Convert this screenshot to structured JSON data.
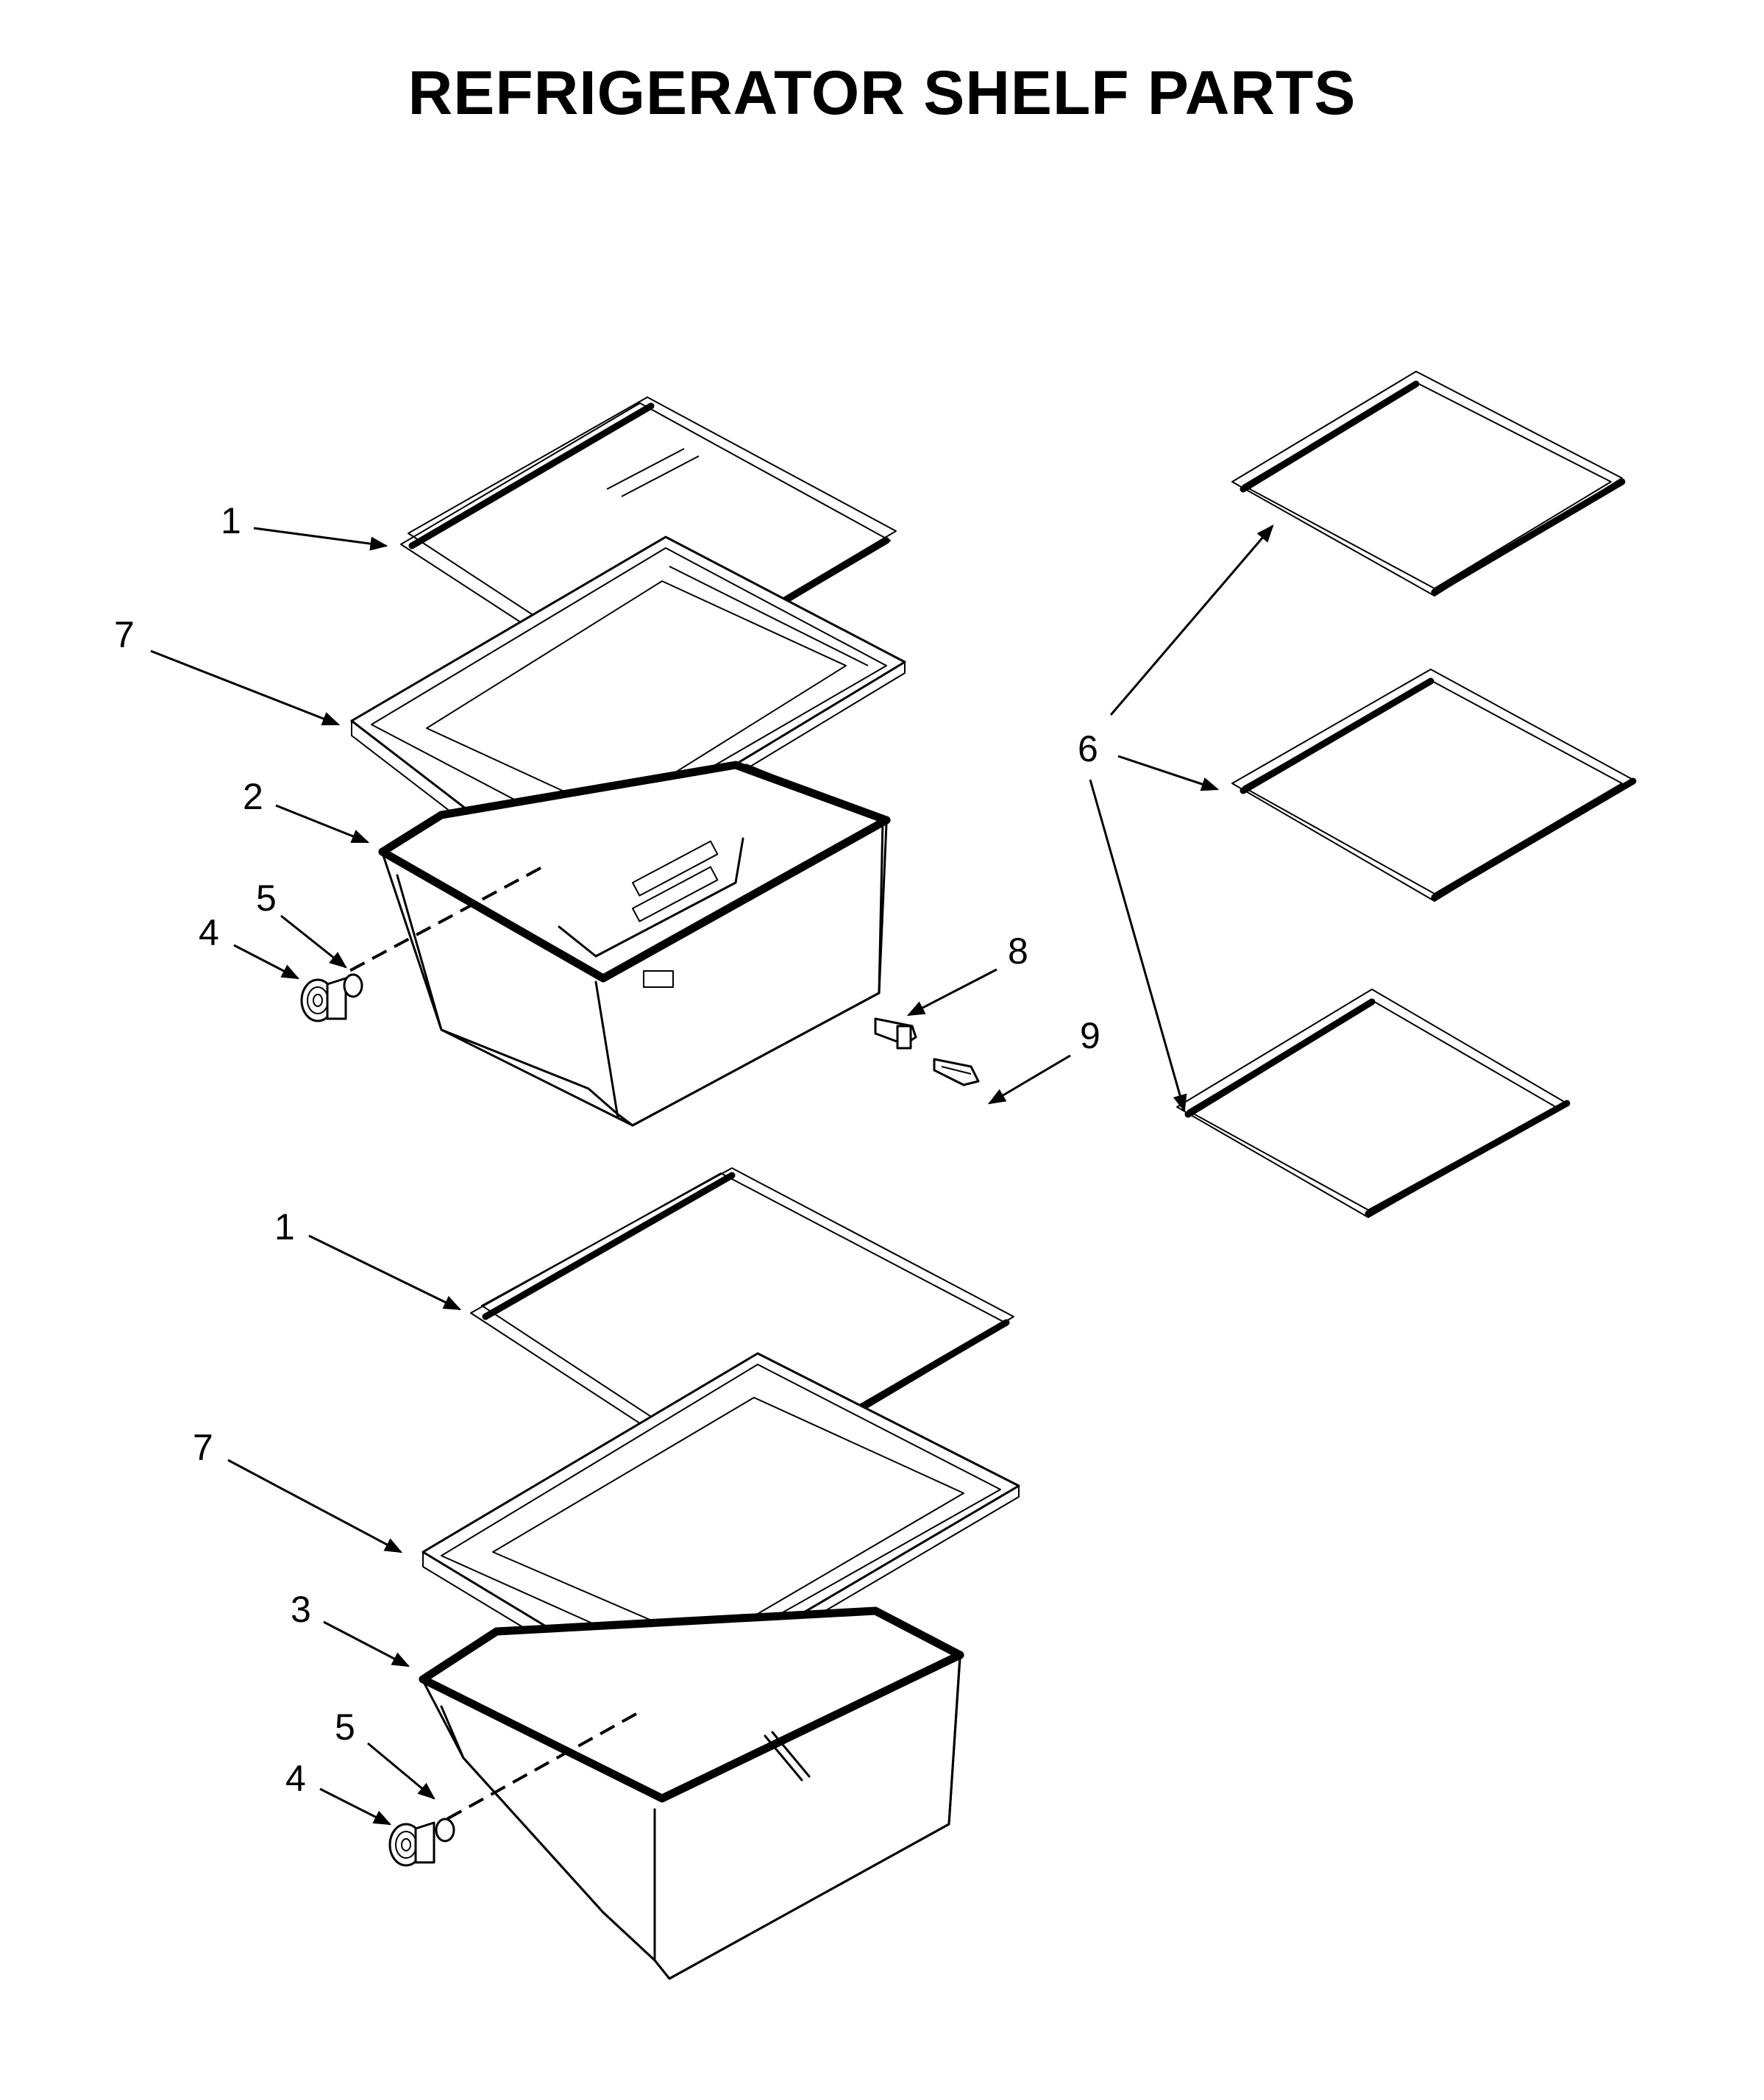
{
  "title": "REFRIGERATOR SHELF PARTS",
  "callouts": [
    {
      "id": "upper-glass-insert",
      "label": "1"
    },
    {
      "id": "upper-crisper-cover",
      "label": "7"
    },
    {
      "id": "upper-crisper-drawer",
      "label": "2"
    },
    {
      "id": "upper-slide",
      "label": "5"
    },
    {
      "id": "upper-wheel",
      "label": "4"
    },
    {
      "id": "clip-a",
      "label": "8"
    },
    {
      "id": "clip-b",
      "label": "9"
    },
    {
      "id": "shelves",
      "label": "6"
    },
    {
      "id": "lower-glass-insert",
      "label": "1"
    },
    {
      "id": "lower-crisper-cover",
      "label": "7"
    },
    {
      "id": "lower-crisper-drawer",
      "label": "3"
    },
    {
      "id": "lower-slide",
      "label": "5"
    },
    {
      "id": "lower-wheel",
      "label": "4"
    }
  ]
}
